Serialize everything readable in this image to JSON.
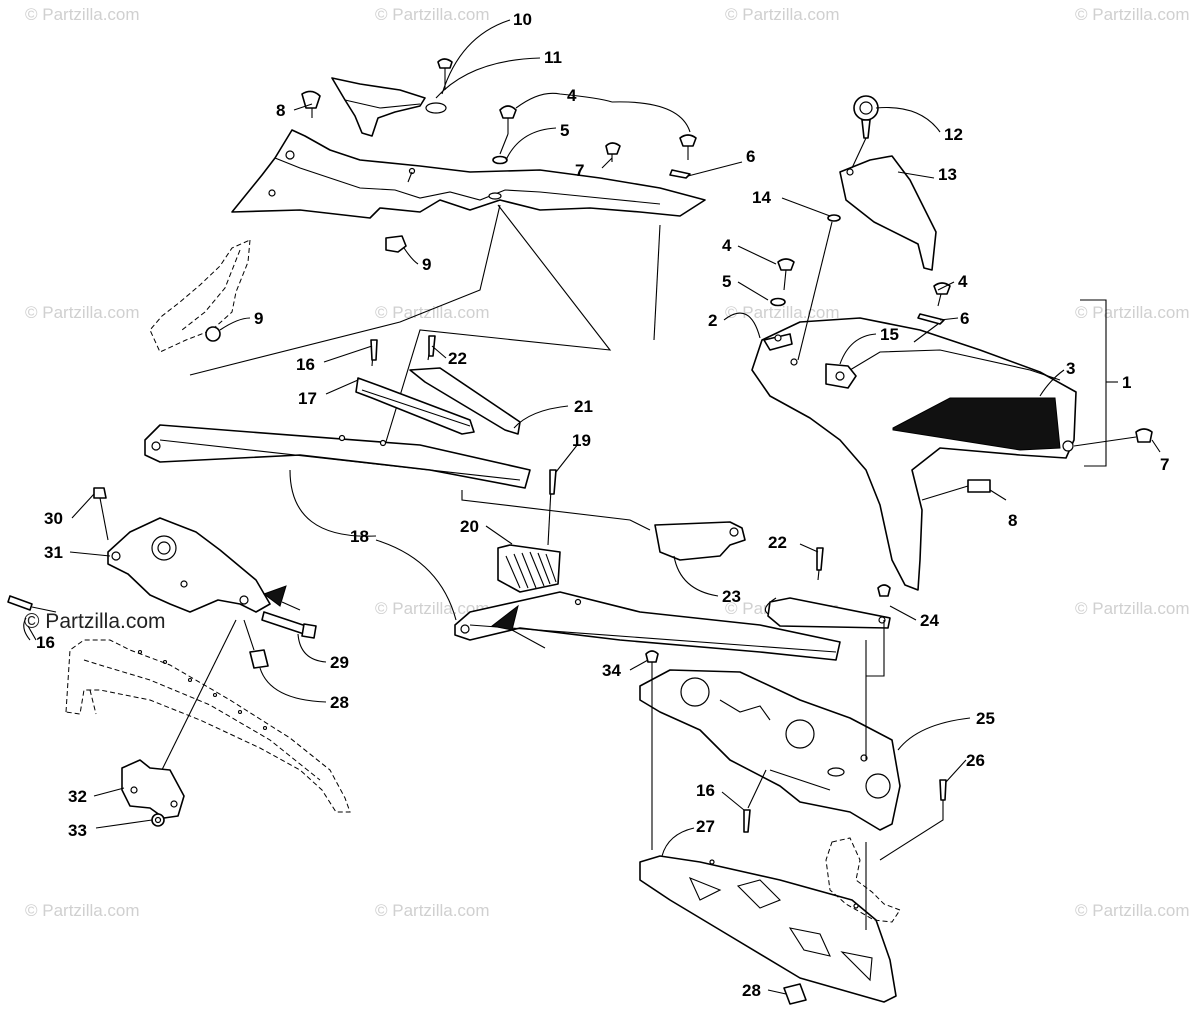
{
  "watermark": {
    "text": "© Partzilla.com",
    "prominent_text": "© Partzilla.com"
  },
  "callouts": {
    "c1": "1",
    "c2": "2",
    "c3": "3",
    "c4a": "4",
    "c4b": "4",
    "c4c": "4",
    "c5a": "5",
    "c5b": "5",
    "c6a": "6",
    "c6b": "6",
    "c7a": "7",
    "c7b": "7",
    "c8a": "8",
    "c8b": "8",
    "c9a": "9",
    "c9b": "9",
    "c10": "10",
    "c11": "11",
    "c12": "12",
    "c13": "13",
    "c14": "14",
    "c15": "15",
    "c16a": "16",
    "c16b": "16",
    "c16c": "16",
    "c17": "17",
    "c18": "18",
    "c19": "19",
    "c20": "20",
    "c21": "21",
    "c22a": "22",
    "c22b": "22",
    "c23": "23",
    "c24": "24",
    "c25": "25",
    "c26": "26",
    "c27": "27",
    "c28a": "28",
    "c28b": "28",
    "c29": "29",
    "c30": "30",
    "c31": "31",
    "c32": "32",
    "c33": "33",
    "c34": "34"
  }
}
